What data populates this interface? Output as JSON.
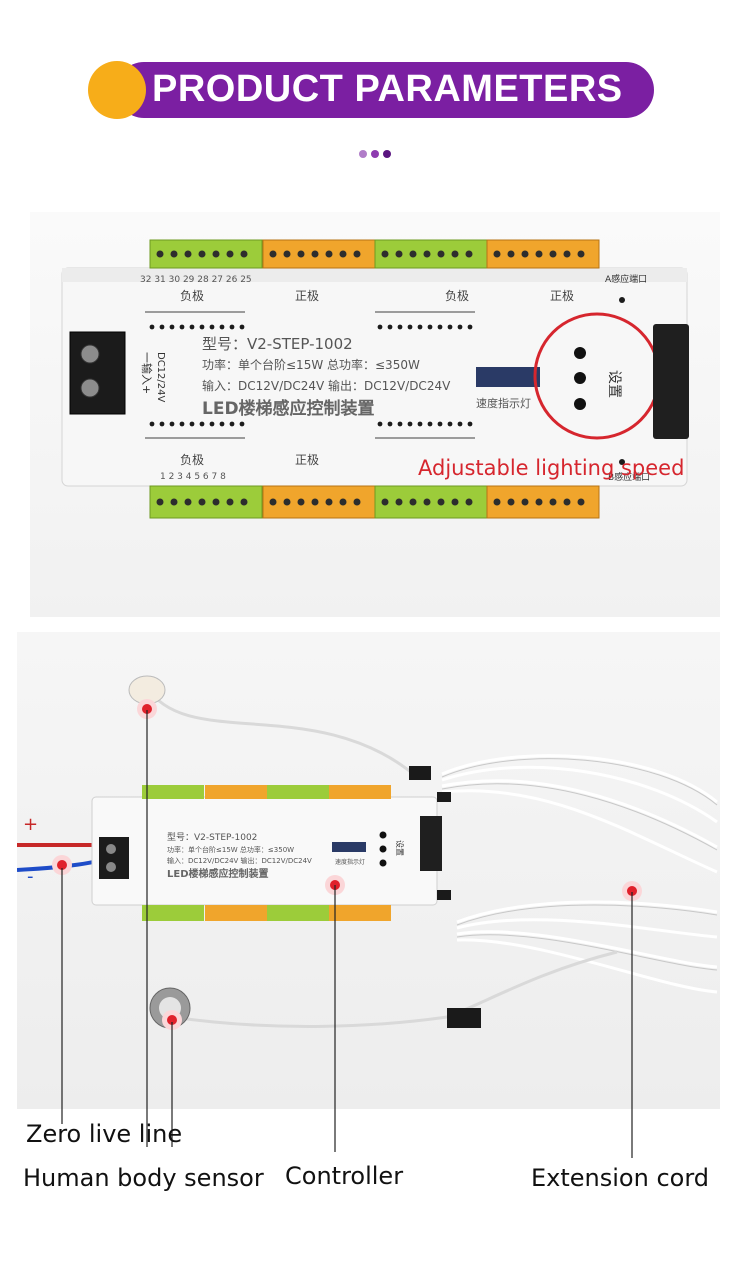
{
  "header": {
    "title": "PRODUCT PARAMETERS",
    "accent_color": "#7b1fa2",
    "circle_color": "#f7ad19",
    "dot_colors": [
      "#b07cc8",
      "#8e3bb0",
      "#5a1580"
    ]
  },
  "top_photo": {
    "annotation": "Adjustable lighting speed",
    "device": {
      "model": "型号：V2-STEP-1002",
      "power": "功率：单个台阶≤15W 总功率：≤350W",
      "io": "输入：DC12V/DC24V 输出：DC12V/DC24V",
      "name": "LED楼梯感应控制装置",
      "input_label": "一输入+",
      "voltage": "DC12/24V",
      "speed_indicator": "速度指示灯",
      "setting": "设置",
      "neg": "负极",
      "pos": "正极",
      "sensor_port_a": "A感应端口",
      "sensor_port_b": "B感应端口",
      "top_numbers": "32 31 30 29 28 27 26 25",
      "bottom_numbers": "1 2 3 4 5 6 7 8"
    }
  },
  "bottom_photo": {
    "labels": {
      "zero_live": "Zero live line",
      "sensor": "Human body sensor",
      "controller": "Controller",
      "extension": "Extension cord",
      "plus": "+",
      "minus": "-"
    },
    "device": {
      "model": "型号：V2-STEP-1002",
      "power": "功率：单个台阶≤15W 总功率：≤350W",
      "io": "输入：DC12V/DC24V 输出：DC12V/DC24V",
      "name": "LED楼梯感应控制装置",
      "speed_indicator": "速度指示灯",
      "setting": "设置"
    }
  }
}
